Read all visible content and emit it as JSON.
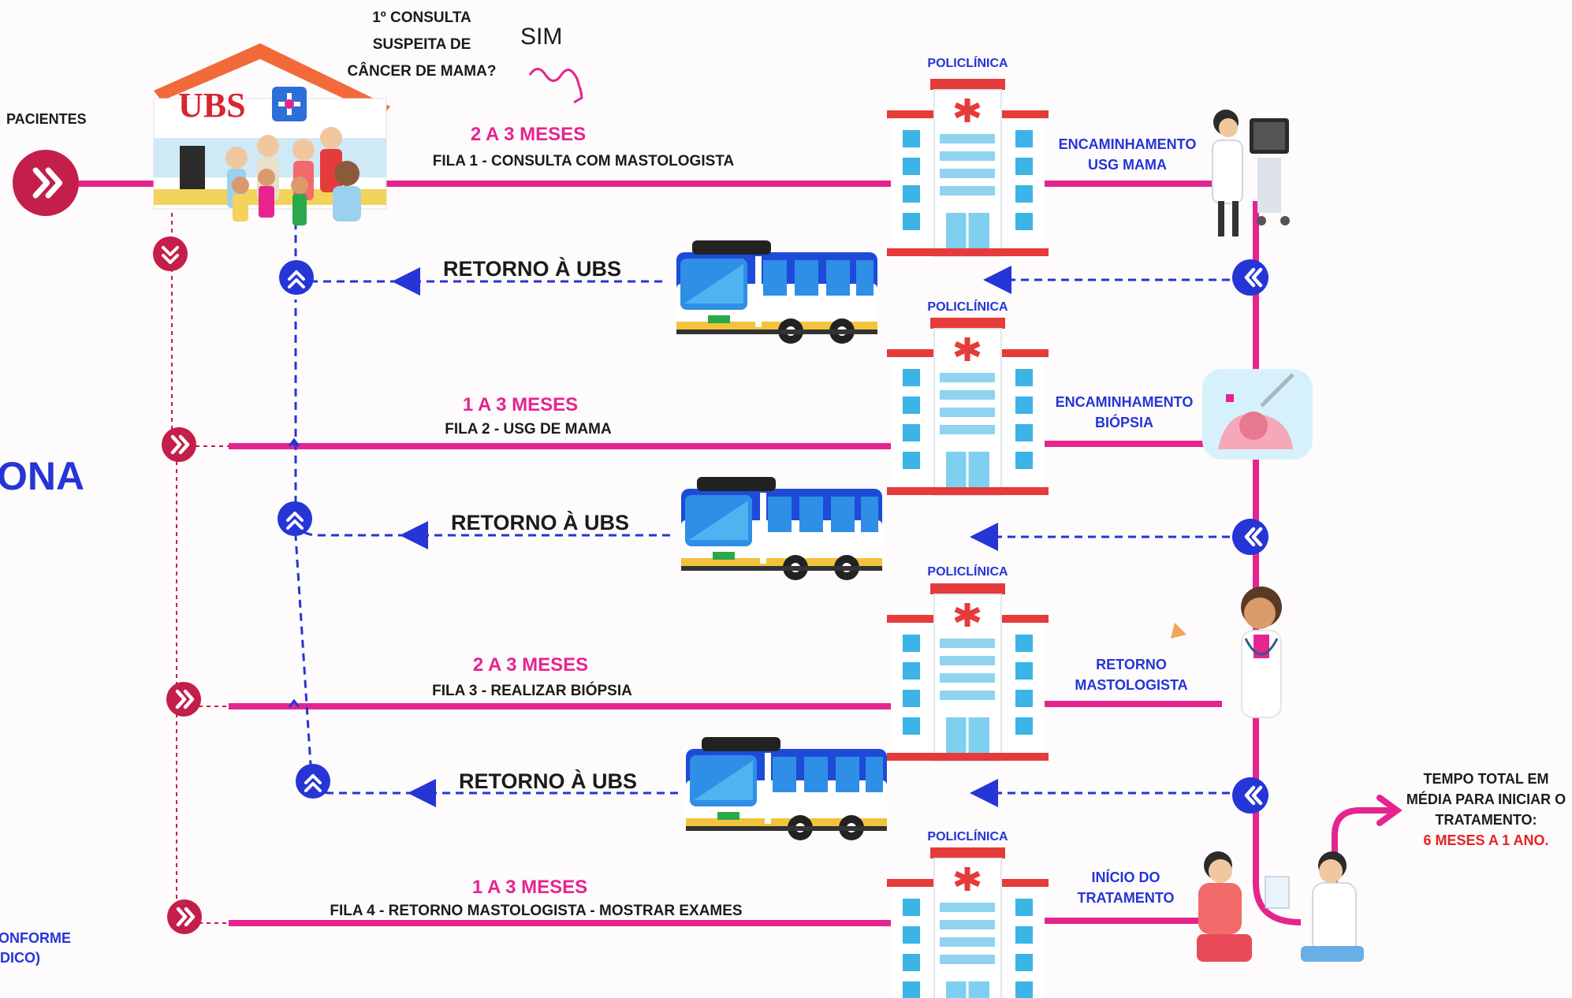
{
  "colors": {
    "pink": "#e6248f",
    "blue": "#2535d6",
    "dark_red": "#c41e4a",
    "red_text": "#e42222"
  },
  "left_cut": {
    "text1": "ONA",
    "text2": "ONFORME",
    "text3": "DICO)"
  },
  "pacientes_label": "PACIENTES",
  "question": {
    "line1": "1º CONSULTA",
    "line2": "SUSPEITA DE",
    "line3": "CÂNCER DE MAMA?"
  },
  "sim_label": "SIM",
  "ubs": {
    "label": "UBS"
  },
  "policlinica_label": "POLICLÍNICA",
  "queues": [
    {
      "time": "2 A 3 MESES",
      "name": "FILA 1 - CONSULTA COM MASTOLOGISTA"
    },
    {
      "time": "1 A 3 MESES",
      "name": "FILA 2 - USG DE MAMA"
    },
    {
      "time": "2 A 3 MESES",
      "name": "FILA 3 - REALIZAR BIÓPSIA"
    },
    {
      "time": "1 A 3 MESES",
      "name": "FILA 4 - RETORNO MASTOLOGISTA - MOSTRAR EXAMES"
    }
  ],
  "returns": [
    {
      "label": "RETORNO À UBS"
    },
    {
      "label": "RETORNO À UBS"
    },
    {
      "label": "RETORNO À UBS"
    }
  ],
  "steps": [
    {
      "line1": "ENCAMINHAMENTO",
      "line2": "USG MAMA"
    },
    {
      "line1": "ENCAMINHAMENTO",
      "line2": "BIÓPSIA"
    },
    {
      "line1": "RETORNO",
      "line2": "MASTOLOGISTA"
    },
    {
      "line1": "INÍCIO DO",
      "line2": "TRATAMENTO"
    }
  ],
  "total": {
    "line1": "TEMPO TOTAL EM",
    "line2": "MÉDIA PARA INICIAR O",
    "line3": "TRATAMENTO:",
    "line4": "6 MESES A 1 ANO."
  },
  "icons": [
    "forward-arrow-icon",
    "chevron-down-icon",
    "chevron-up-icon",
    "double-left-icon",
    "hospital-icon",
    "bus-icon",
    "ultrasound-icon",
    "breast-tissue-icon",
    "doctor-icon",
    "consultation-icon",
    "ubs-building-icon"
  ]
}
